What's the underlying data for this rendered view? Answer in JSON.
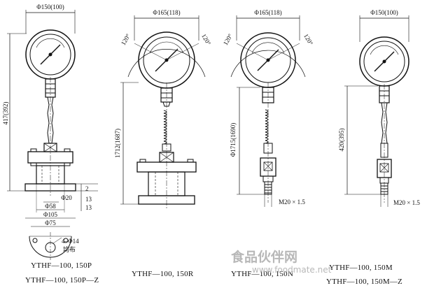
{
  "figures": [
    {
      "id": "p",
      "top_diameter": "Φ150(100)",
      "height": "417(392)",
      "flange_dims": [
        "Φ20",
        "Φ58",
        "Φ105",
        "Φ75",
        "4–Φ14",
        "均布"
      ],
      "side_dims": [
        "2",
        "13",
        "13"
      ],
      "captions": [
        "YTHF—100, 150P",
        "YTHF—100, 150P—Z"
      ]
    },
    {
      "id": "r",
      "top_diameter": "Φ165(118)",
      "angles": [
        "120°",
        "120°"
      ],
      "height": "1712(1687)",
      "captions": [
        "YTHF—100, 150R"
      ]
    },
    {
      "id": "n",
      "top_diameter": "Φ165(118)",
      "angles": [
        "120°",
        "120°"
      ],
      "height": "Φ1715(1690)",
      "thread": "M20 × 1.5",
      "captions": [
        "YTHF—100, 150N"
      ]
    },
    {
      "id": "m",
      "top_diameter": "Φ150(100)",
      "height": "420(395)",
      "thread": "M20 × 1.5",
      "captions": [
        "YTHF—100, 150M",
        "YTHF—100, 150M—Z"
      ]
    }
  ],
  "watermark": {
    "line1": "食品伙伴网",
    "line2": "www.foodmate.net"
  }
}
